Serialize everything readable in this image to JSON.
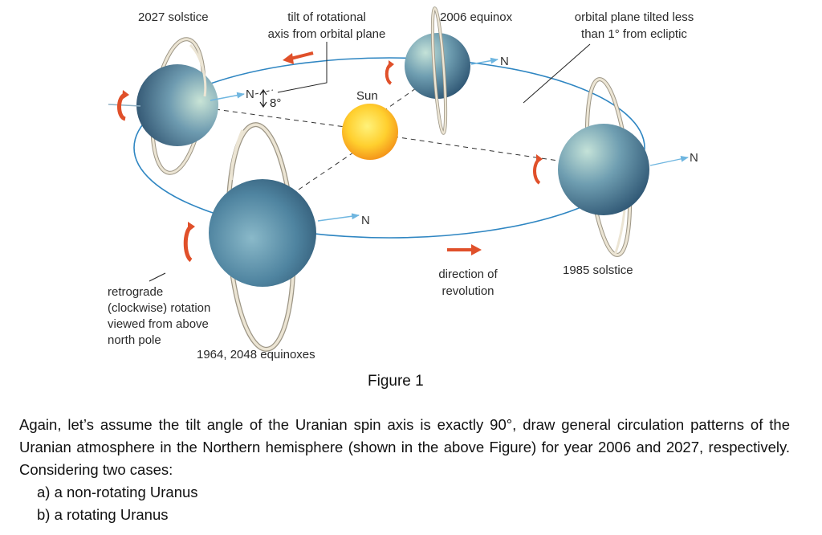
{
  "figure": {
    "caption": "Figure 1",
    "labels": {
      "solstice_2027": "2027 solstice",
      "tilt_axis_line1": "tilt of rotational",
      "tilt_axis_line2": "axis from orbital plane",
      "equinox_2006": "2006 equinox",
      "orbital_plane_line1": "orbital plane tilted less",
      "orbital_plane_line2": "than 1° from ecliptic",
      "sun": "Sun",
      "tilt_angle": "8°",
      "north": "N",
      "direction_line1": "direction of",
      "direction_line2": "revolution",
      "solstice_1985": "1985 solstice",
      "retrograde_line1": "retrograde",
      "retrograde_line2": "(clockwise) rotation",
      "retrograde_line3": "viewed from above",
      "retrograde_line4": "north pole",
      "equinoxes_1964_2048": "1964, 2048 equinoxes"
    },
    "colors": {
      "orbit": "#2f86c2",
      "arrow": "#e0502a",
      "sun_core": "#ffd23a",
      "sun_edge": "#f39a1a",
      "planet_light": "#a9d3cc",
      "planet_dark": "#2e5a78",
      "ring": "#d9d0bd"
    }
  },
  "question": {
    "paragraph": "Again, let’s assume the tilt angle of the Uranian spin axis is exactly 90°, draw general circulation patterns of the Uranian atmosphere in the Northern hemisphere (shown in the above Figure) for year 2006 and 2027, respectively. Considering two cases:",
    "case_a": "a) a non-rotating Uranus",
    "case_b": "b) a rotating Uranus"
  }
}
